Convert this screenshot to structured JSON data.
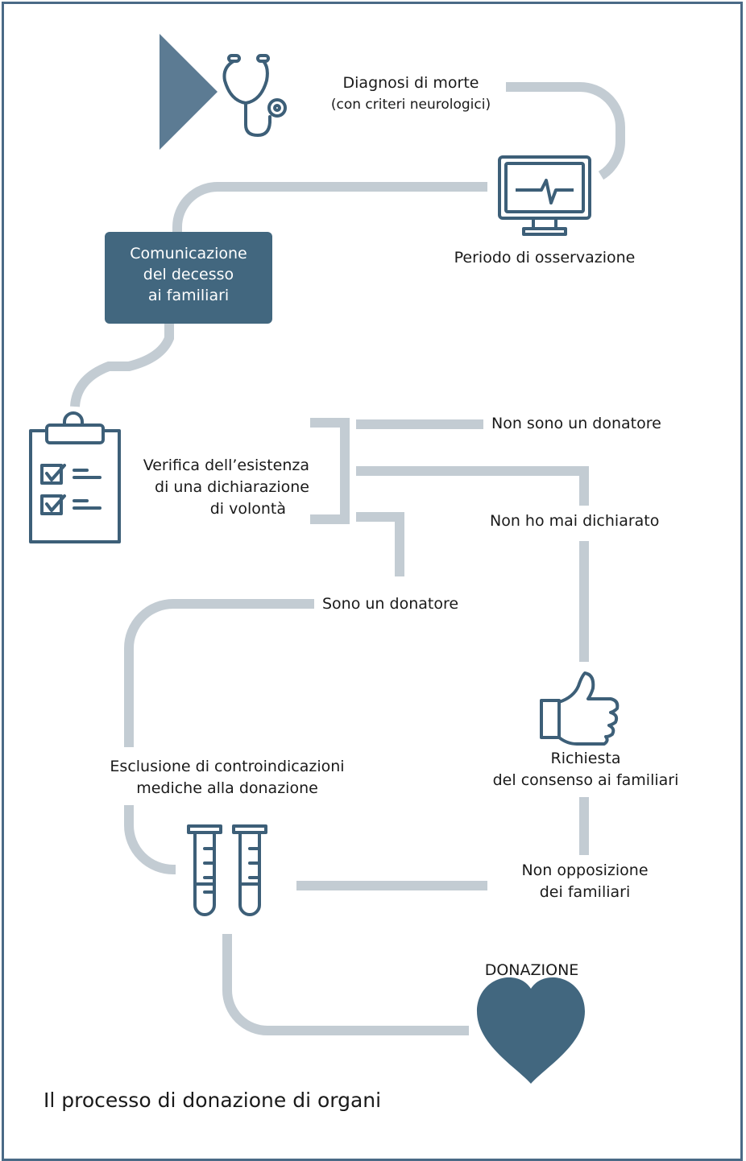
{
  "steps": {
    "diagnosis": {
      "line1": "Diagnosi di morte",
      "line2": "(con criteri neurologici)"
    },
    "observation": {
      "label": "Periodo di osservazione"
    },
    "communication": {
      "line1": "Comunicazione",
      "line2": "del decesso",
      "line3": "ai familiari"
    },
    "verification": {
      "line1": "Verifica dell’esistenza",
      "line2": "di una dichiarazione",
      "line3": "di volontà"
    },
    "exclusion": {
      "line1": "Esclusione di controindicazioni",
      "line2": "mediche alla donazione"
    },
    "consent_request": {
      "line1": "Richiesta",
      "line2": "del consenso ai familiari"
    },
    "non_opposition": {
      "line1": "Non opposizione",
      "line2": "dei familiari"
    },
    "donation": {
      "label": "DONAZIONE"
    }
  },
  "branches": {
    "not_donor": "Non sono un donatore",
    "never_declared": "Non ho mai dichiarato",
    "donor": "Sono un donatore"
  },
  "caption": "Il processo di donazione di organi",
  "icons": {
    "start": "play-triangle-icon",
    "diagnosis": "stethoscope-icon",
    "observation": "heart-monitor-icon",
    "verification": "clipboard-checklist-icon",
    "consent": "thumbs-up-icon",
    "exclusion": "test-tubes-icon",
    "donation": "heart-icon"
  },
  "colors": {
    "connector": "#c3ccd3",
    "accent": "#42677f",
    "icon_stroke": "#3d5f78",
    "frame": "#4a6a86"
  }
}
